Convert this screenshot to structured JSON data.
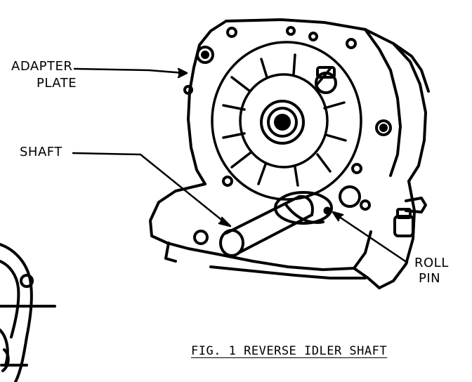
{
  "labels": {
    "adapter_plate_line1": "ADAPTER",
    "adapter_plate_line2": "PLATE",
    "shaft": "SHAFT",
    "roll_pin_line1": "ROLL",
    "roll_pin_line2": "PIN"
  },
  "caption": "FIG. 1 REVERSE IDLER SHAFT"
}
